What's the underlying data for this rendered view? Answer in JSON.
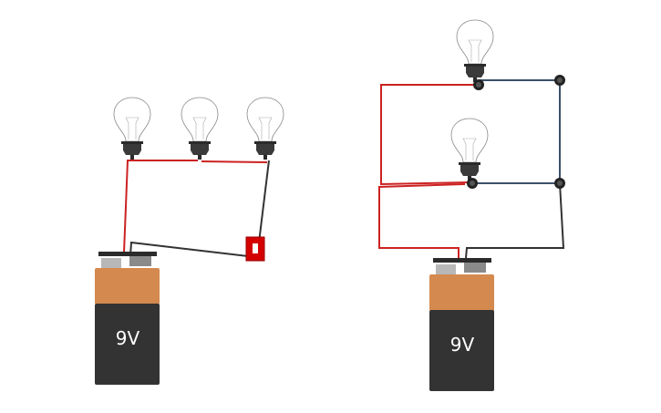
{
  "circuits": [
    {
      "battery": {
        "label": "9V"
      },
      "bulb_count": 3,
      "has_switch": true
    },
    {
      "battery": {
        "label": "9V"
      },
      "bulb_count": 2,
      "has_switch": false
    }
  ],
  "colors": {
    "wire_red": "#cc2222",
    "wire_black": "#333333",
    "wire_blue": "#3a5068",
    "battery_top": "#d4894f",
    "battery_body": "#333333",
    "switch": "#d40000"
  }
}
